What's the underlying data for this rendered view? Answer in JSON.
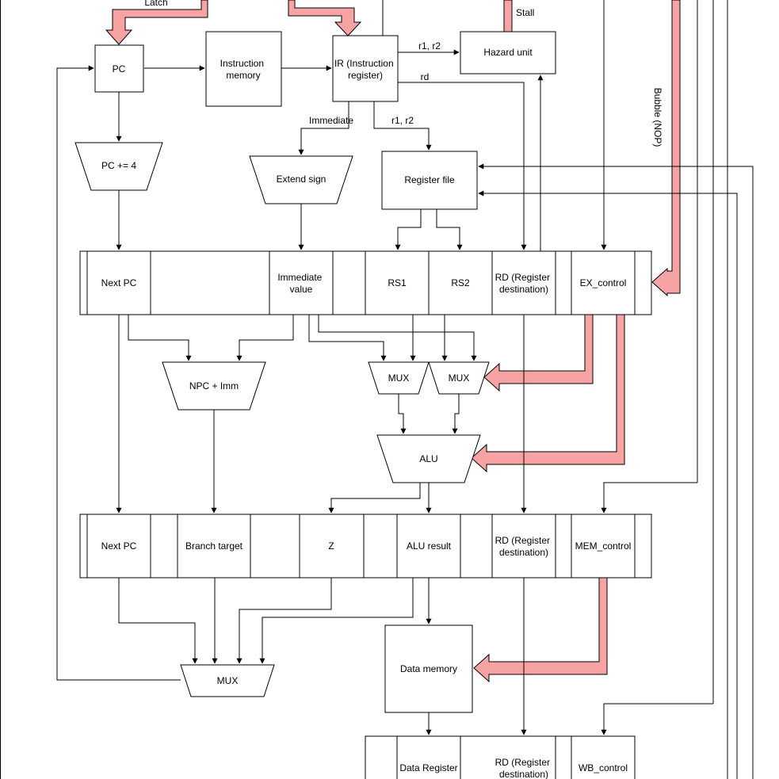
{
  "blocks": {
    "pc": "PC",
    "instr_mem": [
      "Instruction",
      "memory"
    ],
    "ir": [
      "IR (Instruction",
      "register)"
    ],
    "hazard": "Hazard unit",
    "pc_inc": "PC += 4",
    "extend": "Extend sign",
    "regfile": "Register file",
    "npc_imm": "NPC + Imm",
    "mux_a": "MUX",
    "mux_b": "MUX",
    "alu": "ALU",
    "data_mem": "Data memory",
    "pc_mux": "MUX"
  },
  "id_ex": {
    "next_pc": "Next PC",
    "imm": [
      "Immediate",
      "value"
    ],
    "rs1": "RS1",
    "rs2": "RS2",
    "rd": [
      "RD (Register",
      "destination)"
    ],
    "ctrl": "EX_control"
  },
  "ex_mem": {
    "next_pc": "Next PC",
    "branch": "Branch target",
    "z": "Z",
    "alu_result": "ALU result",
    "rd": [
      "RD (Register",
      "destination)"
    ],
    "ctrl": "MEM_control"
  },
  "mem_wb": {
    "data": "Data Register",
    "rd": [
      "RD (Register",
      "destination)"
    ],
    "ctrl": "WB_control"
  },
  "wires": {
    "latch": "Latch",
    "stall": "Stall",
    "r1r2_top": "r1, r2",
    "rd": "rd",
    "immediate": "Immediate",
    "r1r2": "r1, r2",
    "bubble": "Bubble (NOP)"
  },
  "colors": {
    "control_path": "#f7a3a3",
    "stroke": "#000000",
    "background": "#ffffff"
  }
}
